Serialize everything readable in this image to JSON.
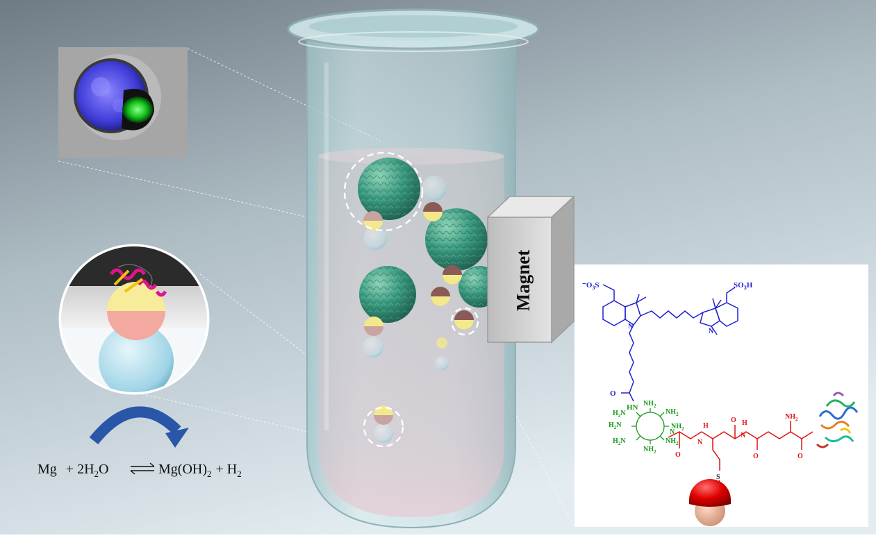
{
  "magnet": {
    "label": "Magnet"
  },
  "equation": {
    "reactant": "Mg",
    "plus1": "+ 2H",
    "sub1": "2",
    "o": "O",
    "product1": "Mg(OH)",
    "sub2": "2",
    "plus2": "+ H",
    "sub3": "2"
  },
  "molecule": {
    "so3_left": "O",
    "so3_left_sub": "3",
    "so3_left_s": "S",
    "so3h_right": "SO",
    "so3h_sub": "3",
    "so3h_h": "H",
    "n_plus": "N",
    "n_right": "N",
    "carbonyl_o": "O",
    "hn": "HN",
    "nh2_1": "NH",
    "nh2_2": "NH",
    "nh2_3": "NH",
    "nh2_4": "NH",
    "nh2_5": "NH",
    "h2n_1": "H",
    "h2n_2": "H",
    "h2n_3": "H",
    "nh_core": "N",
    "o_gly": "O",
    "n_h1": "N",
    "h1": "H",
    "o_cys": "O",
    "n_h2": "N",
    "h2": "H",
    "nh2_glu": "NH",
    "o_glu1": "O",
    "o_glu2": "O",
    "s_link": "S",
    "sub2": "2"
  },
  "colors": {
    "background_top": "#7f8c94",
    "background_bottom": "#d9e4ea",
    "tube": "#bcd9dc",
    "microsphere": "#2f8a73",
    "cap_yellow": "#f3e98c",
    "cap_maroon": "#8a5a57",
    "cyanine": "#2020d0",
    "linker_green": "#1a9a1a",
    "peptide_red": "#e01010",
    "arrow_blue": "#2a56a8"
  }
}
